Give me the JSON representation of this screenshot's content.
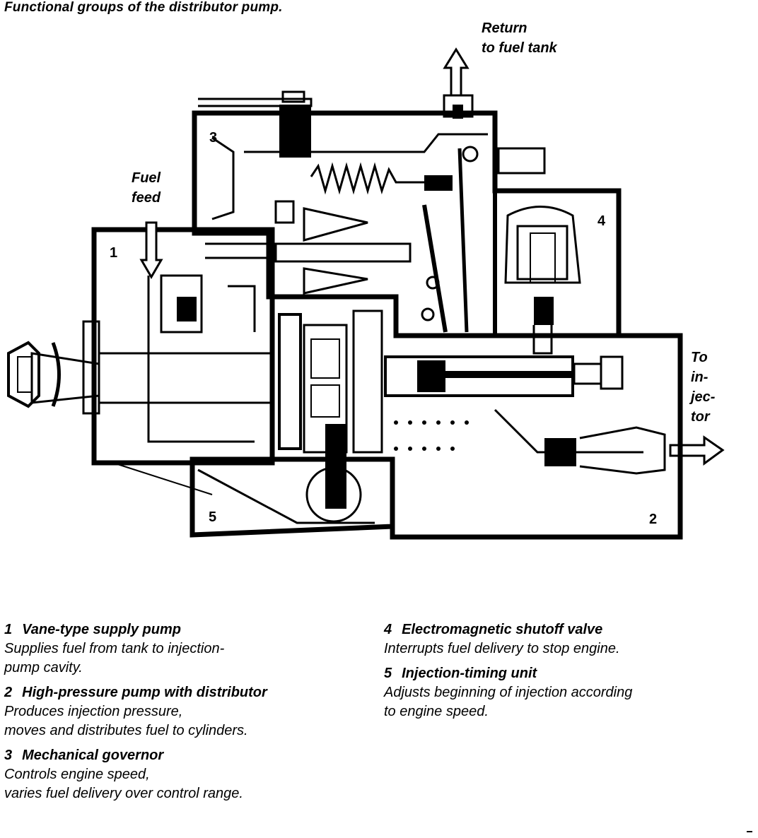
{
  "caption": "Functional groups of the distributor pump.",
  "labels": {
    "return": "Return\nto fuel tank",
    "fuel_feed": "Fuel\nfeed",
    "to_injector": "To\nin-\njec-\ntor"
  },
  "group_numbers": [
    "1",
    "2",
    "3",
    "4",
    "5"
  ],
  "legend": [
    {
      "num": "1",
      "title": "Vane-type supply pump",
      "desc": "Supplies fuel from tank to injection-\npump cavity."
    },
    {
      "num": "2",
      "title": "High-pressure pump with distributor",
      "desc": "Produces injection pressure,\nmoves and distributes fuel to cylinders."
    },
    {
      "num": "3",
      "title": "Mechanical governor",
      "desc": "Controls engine speed,\nvaries fuel delivery over control range."
    },
    {
      "num": "4",
      "title": "Electromagnetic shutoff valve",
      "desc": "Interrupts fuel delivery to stop engine."
    },
    {
      "num": "5",
      "title": "Injection-timing unit",
      "desc": "Adjusts beginning of injection according\nto engine speed."
    }
  ]
}
